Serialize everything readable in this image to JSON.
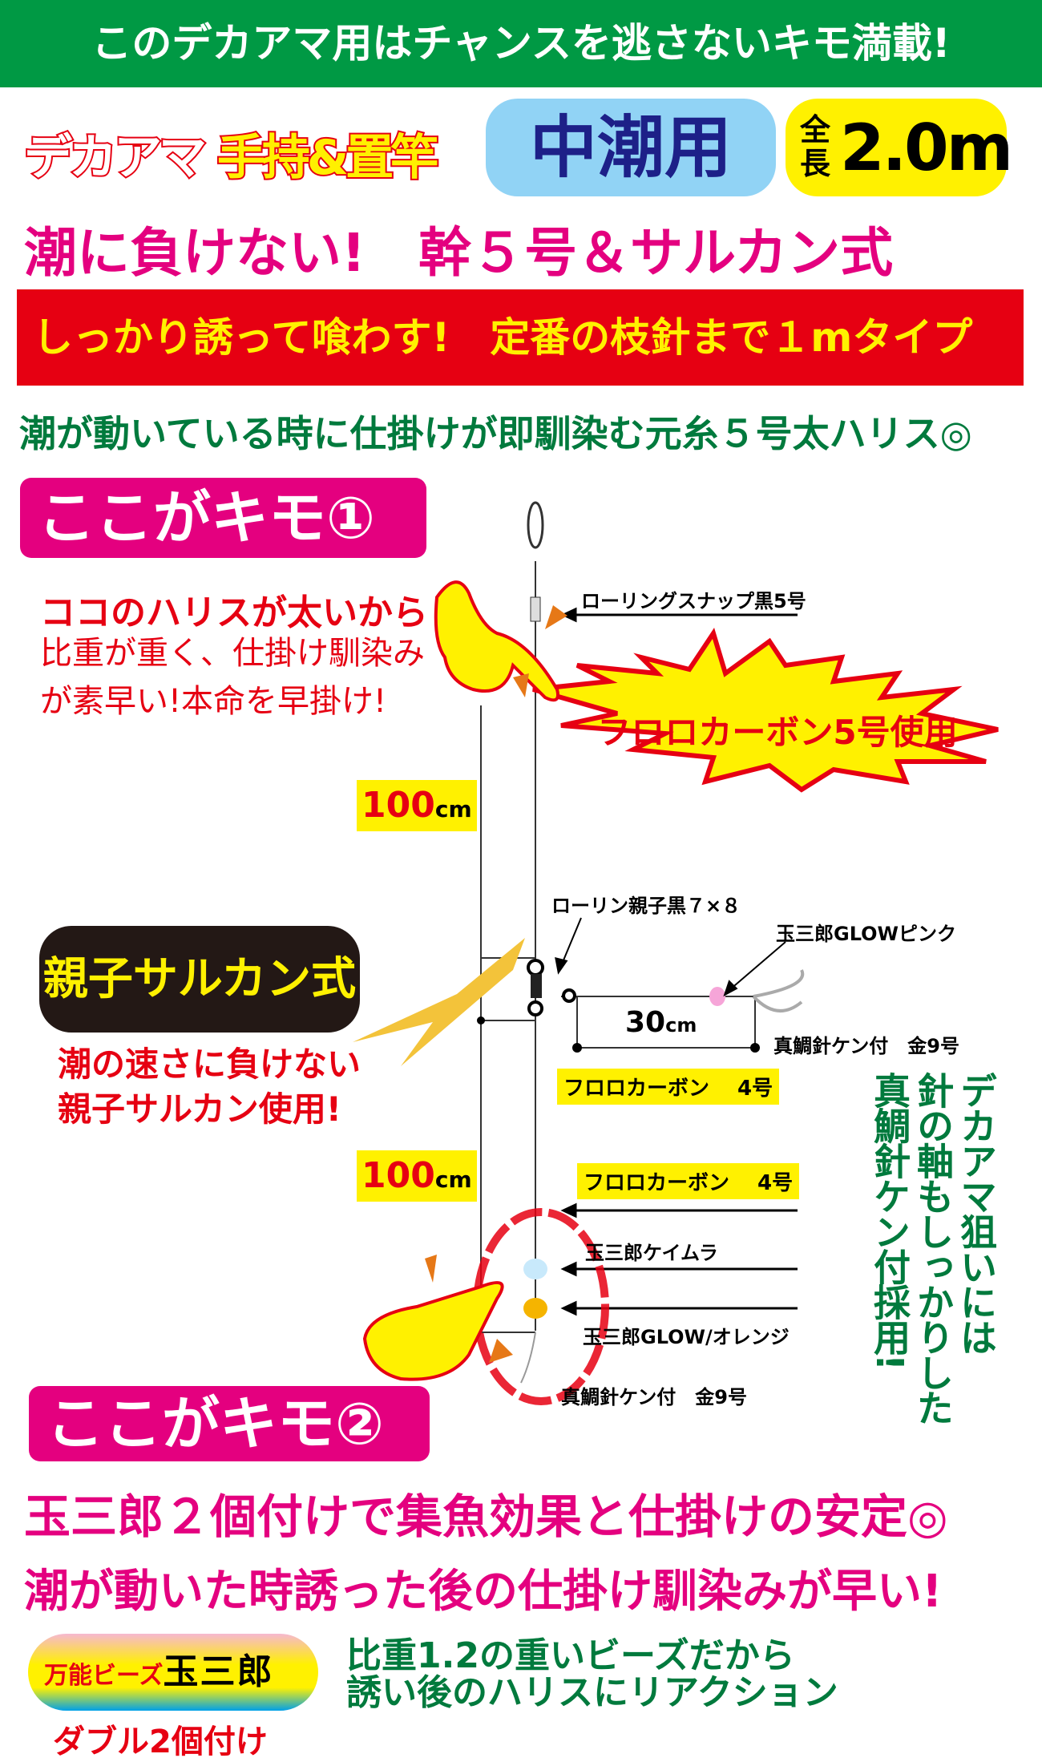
{
  "header": {
    "title": "このデカアマ用はチャンスを逃さないキモ満載!"
  },
  "product": {
    "name_part1": "デカアマ",
    "name_part2": "手持&置竿",
    "tide": "中潮用",
    "length_label": "全長",
    "length_value": "2.0m"
  },
  "tagline1": "潮に負けない!　幹５号＆サルカン式",
  "tagline2": "しっかり誘って喰わす!　定番の枝針まで１mタイプ",
  "tagline3": "潮が動いている時に仕掛けが即馴染む元糸５号太ハリス◎",
  "kimo1": {
    "title": "ここがキモ①",
    "lead": "ココのハリスが太いから",
    "body1": "比重が重く、仕掛け馴染み",
    "body2": "が素早い!本命を早掛け!"
  },
  "burst": "フロロカーボン5号使用",
  "diagram": {
    "snap": "ローリングスナップ黒5号",
    "len1_num": "100",
    "len1_unit": "cm",
    "len2_num": "100",
    "len2_unit": "cm",
    "swivel": "ローリン親子黒７×８",
    "bead_pink": "玉三郎GLOWピンク",
    "branch_num": "30",
    "branch_unit": "cm",
    "hook1": "真鯛針ケン付　金9号",
    "line_branch": "フロロカーボン　 4号",
    "line_lower": "フロロカーボン　 4号",
    "bead_keimura": "玉三郎ケイムラ",
    "bead_orange": "玉三郎GLOW/オレンジ",
    "hook2": "真鯛針ケン付　金9号"
  },
  "oyako": {
    "title": "親子サルカン式",
    "line1": "潮の速さに負けない",
    "line2": "親子サルカン使用!"
  },
  "vertical": {
    "col1": "デカアマ狙いには",
    "col2": "針の軸もしっかりした",
    "col3": "真鯛針ケン付採用!"
  },
  "kimo2": {
    "title": "ここがキモ②",
    "line1": "玉三郎２個付けで集魚効果と仕掛けの安定◎",
    "line2": "潮が動いた時誘った後の仕掛け馴染みが早い!"
  },
  "beads": {
    "logo_prefix": "万能ビーズ",
    "logo_name": "玉三郎",
    "double": "ダブル2個付け",
    "desc1": "比重1.2の重いビーズだから",
    "desc2": "誘い後のハリスにリアクション"
  }
}
